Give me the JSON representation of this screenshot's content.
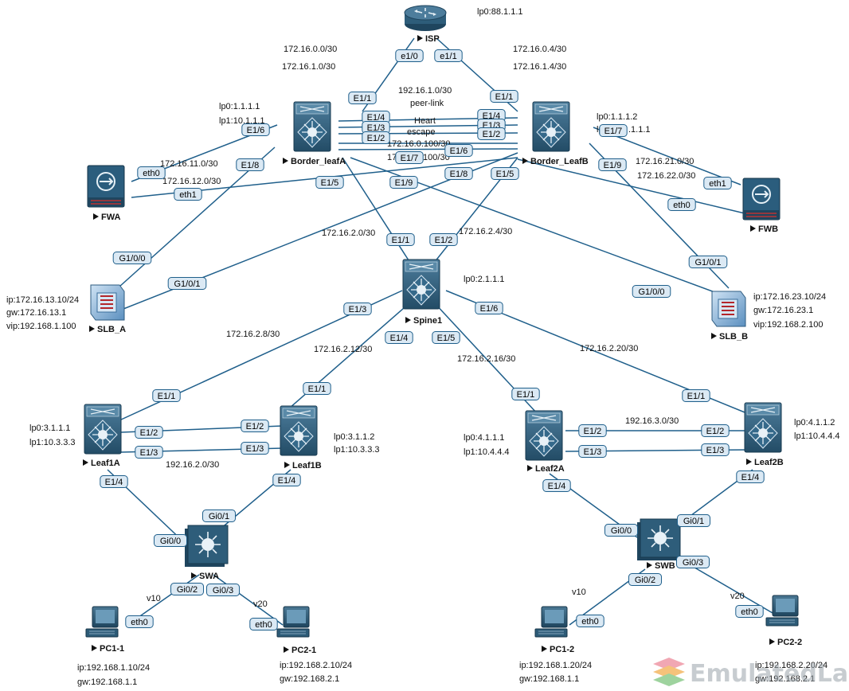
{
  "devices": {
    "isp": "ISP",
    "border_leafa": "Border_leafA",
    "border_leafb": "Border_LeafB",
    "fwa": "FWA",
    "fwb": "FWB",
    "slb_a": "SLB_A",
    "slb_b": "SLB_B",
    "spine1": "Spine1",
    "leaf1a": "Leaf1A",
    "leaf1b": "Leaf1B",
    "leaf2a": "Leaf2A",
    "leaf2b": "Leaf2B",
    "swa": "SWA",
    "swb": "SWB",
    "pc1_1": "PC1-1",
    "pc2_1": "PC2-1",
    "pc1_2": "PC1-2",
    "pc2_2": "PC2-2"
  },
  "ports": {
    "isp_e10": "e1/0",
    "isp_e11": "e1/1",
    "bla_e11": "E1/1",
    "blb_e11": "E1/1",
    "bla_e14": "E1/4",
    "bla_e13": "E1/3",
    "bla_e12": "E1/2",
    "blb_e14": "E1/4",
    "blb_e13": "E1/3",
    "blb_e12": "E1/2",
    "bla_e17": "E1/7",
    "blb_e16": "E1/6",
    "bla_e16": "E1/6",
    "bla_e18": "E1/8",
    "bla_e15": "E1/5",
    "bla_e19": "E1/9",
    "blb_e17": "E1/7",
    "blb_e19": "E1/9",
    "blb_e18": "E1/8",
    "blb_e15": "E1/5",
    "fwa_eth0": "eth0",
    "fwa_eth1": "eth1",
    "fwb_eth1": "eth1",
    "fwb_eth0": "eth0",
    "slba_g100": "G1/0/0",
    "slba_g101": "G1/0/1",
    "slbb_g101": "G1/0/1",
    "slbb_g100": "G1/0/0",
    "sp_e11": "E1/1",
    "sp_e12": "E1/2",
    "sp_e13": "E1/3",
    "sp_e14": "E1/4",
    "sp_e15": "E1/5",
    "sp_e16": "E1/6",
    "l1a_e11": "E1/1",
    "l1a_e12": "E1/2",
    "l1a_e13": "E1/3",
    "l1a_e14": "E1/4",
    "l1b_e11": "E1/1",
    "l1b_e12": "E1/2",
    "l1b_e13": "E1/3",
    "l1b_e14": "E1/4",
    "l2a_e11": "E1/1",
    "l2a_e12": "E1/2",
    "l2a_e13": "E1/3",
    "l2a_e14": "E1/4",
    "l2b_e11": "E1/1",
    "l2b_e12": "E1/2",
    "l2b_e13": "E1/3",
    "l2b_e14": "E1/4",
    "swa_gi01": "Gi0/1",
    "swa_gi00": "Gi0/0",
    "swa_gi02": "Gi0/2",
    "swa_gi03": "Gi0/3",
    "swb_gi00": "Gi0/0",
    "swb_gi01": "Gi0/1",
    "swb_gi02": "Gi0/2",
    "swb_gi03": "Gi0/3",
    "pc11_eth0": "eth0",
    "pc21_eth0": "eth0",
    "pc12_eth0": "eth0",
    "pc22_eth0": "eth0"
  },
  "notes": {
    "isp_lp0": "lp0:88.1.1.1",
    "subnet_a1": "172.16.0.0/30",
    "subnet_a2": "172.16.1.0/30",
    "subnet_b1": "172.16.0.4/30",
    "subnet_b2": "172.16.1.4/30",
    "peer_subnet": "192.16.1.0/30",
    "peer_link": "peer-link",
    "heart": "Heart",
    "escape": "escape",
    "sub_100_a": "172.16.0.100/30",
    "sub_100_b": "17",
    "sub_100_c": ".100/30",
    "bla_lp0": "lp0:1.1.1.1",
    "bla_lp1": "lp1:10.1.1.1",
    "blb_lp0": "lp0:1.1.1.2",
    "blb_lp1": "lp",
    "blb_lp1b": ".1.1.1",
    "fwa_sub1": "172.16.11.0/30",
    "fwa_sub2": "172.16.12.0/30",
    "fwb_sub1": "172.16.21.0/30",
    "fwb_sub2": "172.16.22.0/30",
    "sp_sub_a": "172.16.2.0/30",
    "sp_sub_b": "172.16.2.4/30",
    "spine_lp0": "lp0:2.1.1.1",
    "slba_ip": "ip:172.16.13.10/24",
    "slba_gw": "gw:172.16.13.1",
    "slba_vip": "vip:192.168.1.100",
    "slbb_ip": "ip:172.16.23.10/24",
    "slbb_gw": "gw:172.16.23.1",
    "slbb_vip": "vip:192.168.2.100",
    "sub_28": "172.16.2.8/30",
    "sub_212": "172.16.2.12/30",
    "sub_216": "172.16.2.16/30",
    "sub_220": "172.16.2.20/30",
    "l1a_lp0": "lp0:3.1.1.1",
    "l1a_lp1": "lp1:10.3.3.3",
    "l1b_lp0": "lp0:3.1.1.2",
    "l1b_lp1": "lp1:10.3.3.3",
    "l1_peer": "192.16.2.0/30",
    "l2a_lp0": "lp0:4.1.1.1",
    "l2a_lp1": "lp1:10.4.4.4",
    "l2b_lp0": "lp0:4.1.1.2",
    "l2b_lp1": "lp1:10.4.4.4",
    "l2_peer": "192.16.3.0/30",
    "v10_a": "v10",
    "v20_a": "v20",
    "v10_b": "v10",
    "v20_b": "v20",
    "pc11_ip": "ip:192.168.1.10/24",
    "pc11_gw": "gw:192.168.1.1",
    "pc21_ip": "ip:192.168.2.10/24",
    "pc21_gw": "gw:192.168.2.1",
    "pc12_ip": "ip:192.168.1.20/24",
    "pc12_gw": "gw:192.168.1.1",
    "pc22_ip": "ip:192.168.2.20/24",
    "pc22_gw": "gw:192.168.2.1"
  },
  "watermark": "EmulatedLab",
  "colors": {
    "link": "#1f5f8b",
    "label_fill": "#dbe9f4",
    "device": "#2b5d7d"
  },
  "icons": {
    "router": "router-icon",
    "nexus": "nexus-switch-icon",
    "firewall": "firewall-icon",
    "slb": "load-balancer-icon",
    "l3switch": "layer3-switch-icon",
    "pc": "pc-icon"
  }
}
